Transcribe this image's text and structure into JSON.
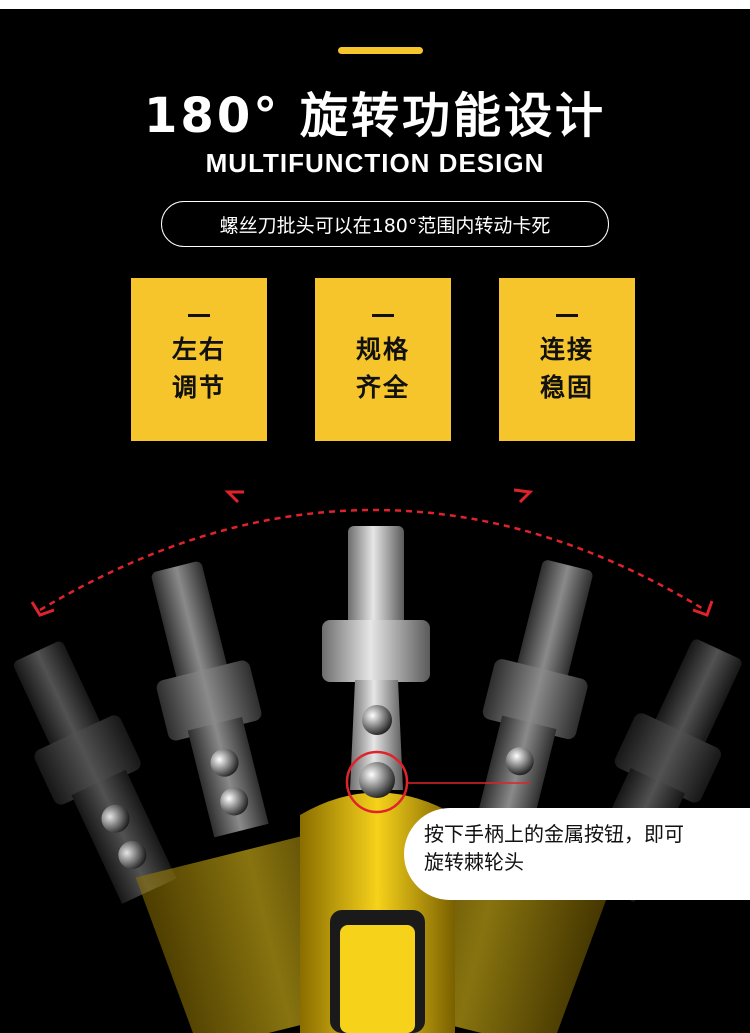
{
  "header": {
    "title": "180° 旋转功能设计",
    "subtitle": "MULTIFUNCTION DESIGN",
    "description": "螺丝刀批头可以在180°范围内转动卡死"
  },
  "features": [
    {
      "line1": "左右",
      "line2": "调节"
    },
    {
      "line1": "规格",
      "line2": "齐全"
    },
    {
      "line1": "连接",
      "line2": "稳固"
    }
  ],
  "callout": {
    "line1": "按下手柄上的金属按钮，即可",
    "line2": "旋转棘轮头"
  },
  "colors": {
    "accent": "#f6c42b",
    "arc": "#e0232b",
    "background": "#000000"
  }
}
